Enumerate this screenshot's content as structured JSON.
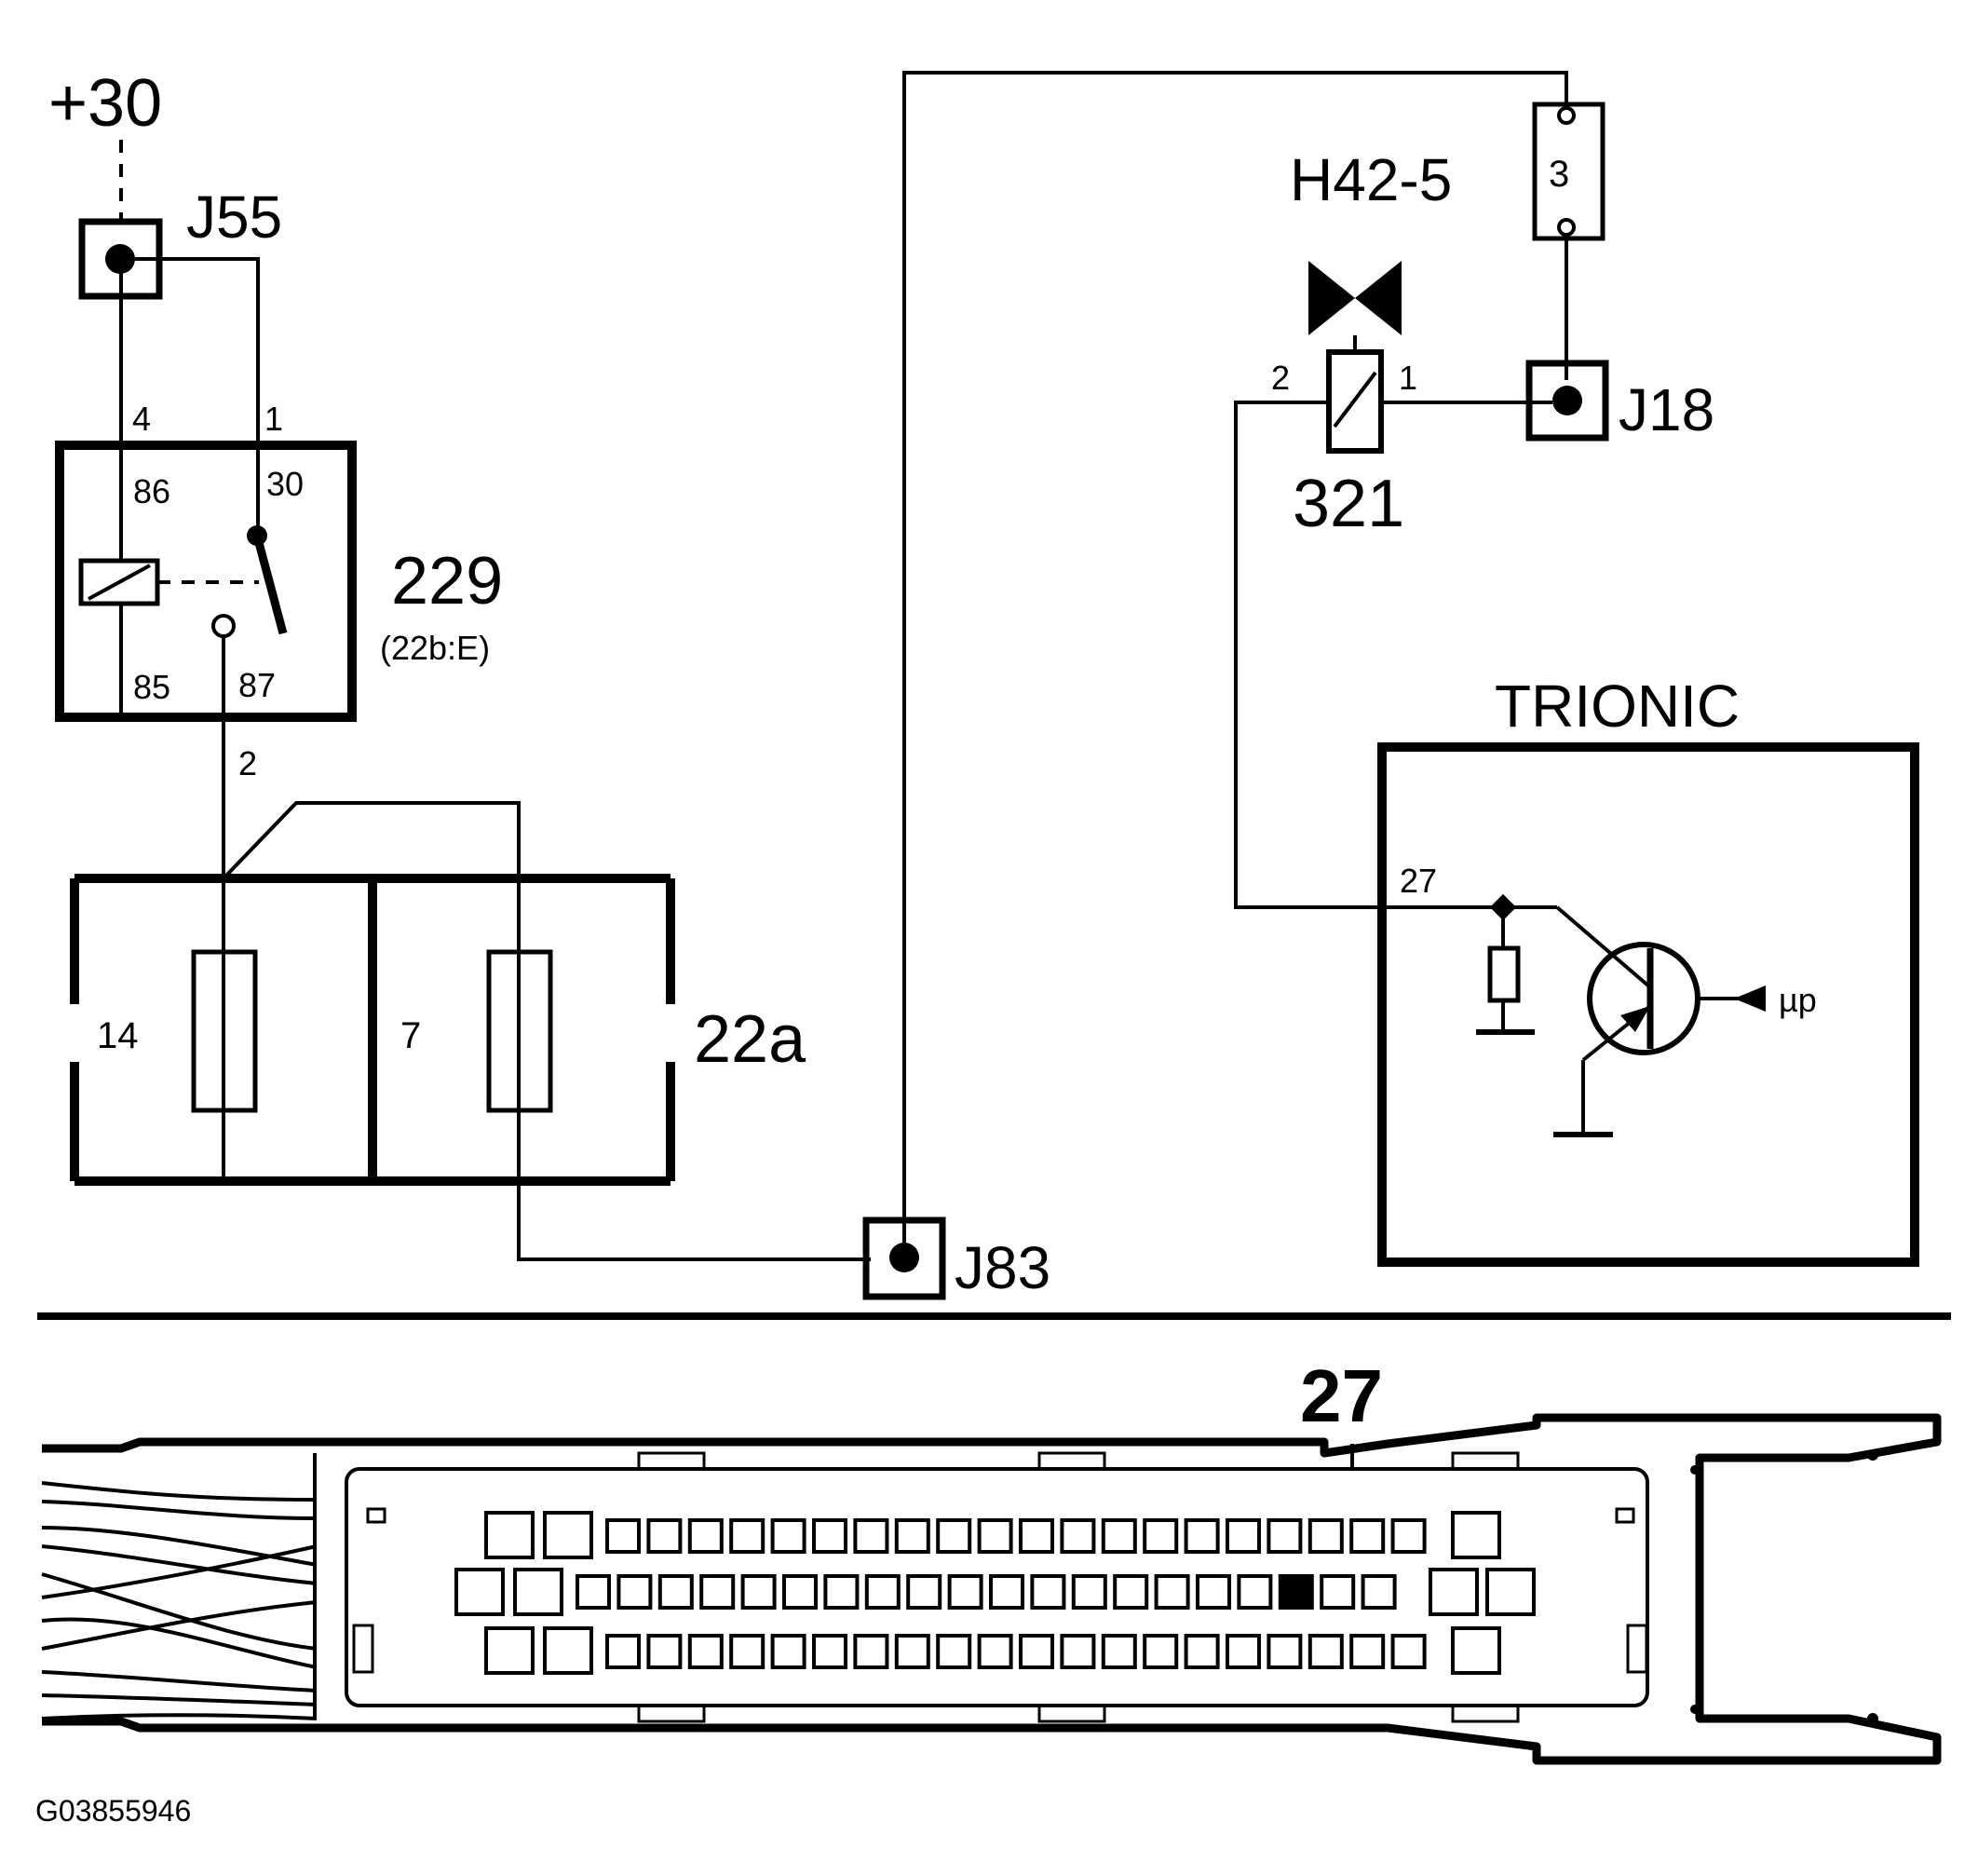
{
  "labels": {
    "supply": "+30",
    "j55": "J55",
    "j55_pin_left": "4",
    "j55_pin_right": "1",
    "relay_86": "86",
    "relay_30": "30",
    "relay_85": "85",
    "relay_87": "87",
    "relay_id": "229",
    "relay_ref": "(22b:E)",
    "relay_out_wire": "2",
    "fuse_14": "14",
    "fuse_7": "7",
    "fusebox": "22a",
    "j83": "J83",
    "h42": "H42-5",
    "h42_pin": "3",
    "valve_pin2": "2",
    "valve_pin1": "1",
    "j18": "J18",
    "valve_id": "321",
    "trionic": "TRIONIC",
    "trionic_pin": "27",
    "mp": "µp",
    "connector_pin": "27",
    "figure_code": "G03855946"
  },
  "connector": {
    "highlighted_pin_row": 2,
    "highlighted_pin_index": 17
  }
}
